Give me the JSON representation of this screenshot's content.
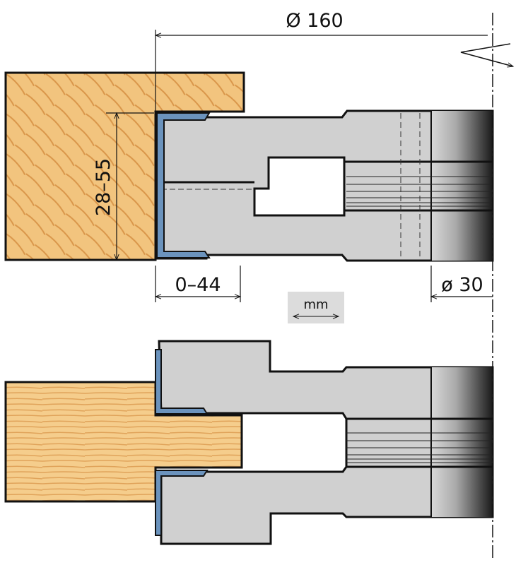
{
  "dimensions": {
    "diameter_outer": "Ø 160",
    "cutting_height": "28–55",
    "depth_range": "0–44",
    "bore_diameter": "ø 30"
  },
  "units_badge": "mm",
  "colors": {
    "wood": "#f2c47e",
    "wood_grain": "#d9964a",
    "steel": "#d0d0d0",
    "knife": "#6b93bd",
    "outline": "#111111"
  }
}
